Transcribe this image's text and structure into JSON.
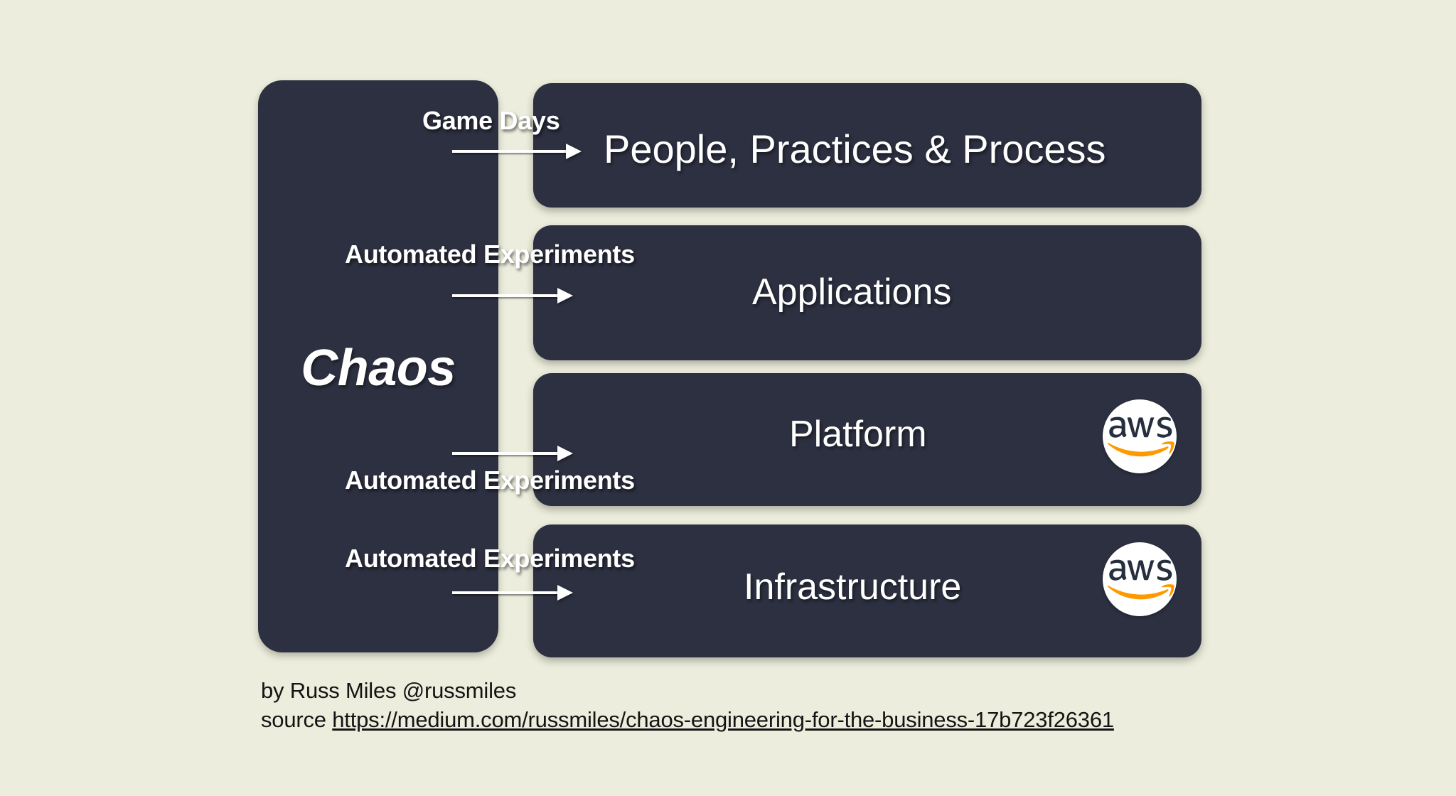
{
  "slide": {
    "background_color": "#eceddc",
    "panel_color": "#2c3040",
    "text_color": "#ffffff",
    "accent_color": "#ff9900"
  },
  "chaos": {
    "label": "Chaos"
  },
  "layers": [
    {
      "title": "People, Practices & Process",
      "flow_label": "Game Days",
      "has_aws": false
    },
    {
      "title": "Applications",
      "flow_label": "Automated Experiments",
      "has_aws": false
    },
    {
      "title": "Platform",
      "flow_label": "Automated Experiments",
      "has_aws": true
    },
    {
      "title": "Infrastructure",
      "flow_label": "Automated Experiments",
      "has_aws": true
    }
  ],
  "aws_logo": {
    "wordmark": "aws",
    "text_color": "#252f3e",
    "smile_color": "#ff9900"
  },
  "caption": {
    "byline": "by Russ Miles  @russmiles",
    "source_prefix": "source ",
    "source_url": "https://medium.com/russmiles/chaos-engineering-for-the-business-17b723f26361"
  }
}
